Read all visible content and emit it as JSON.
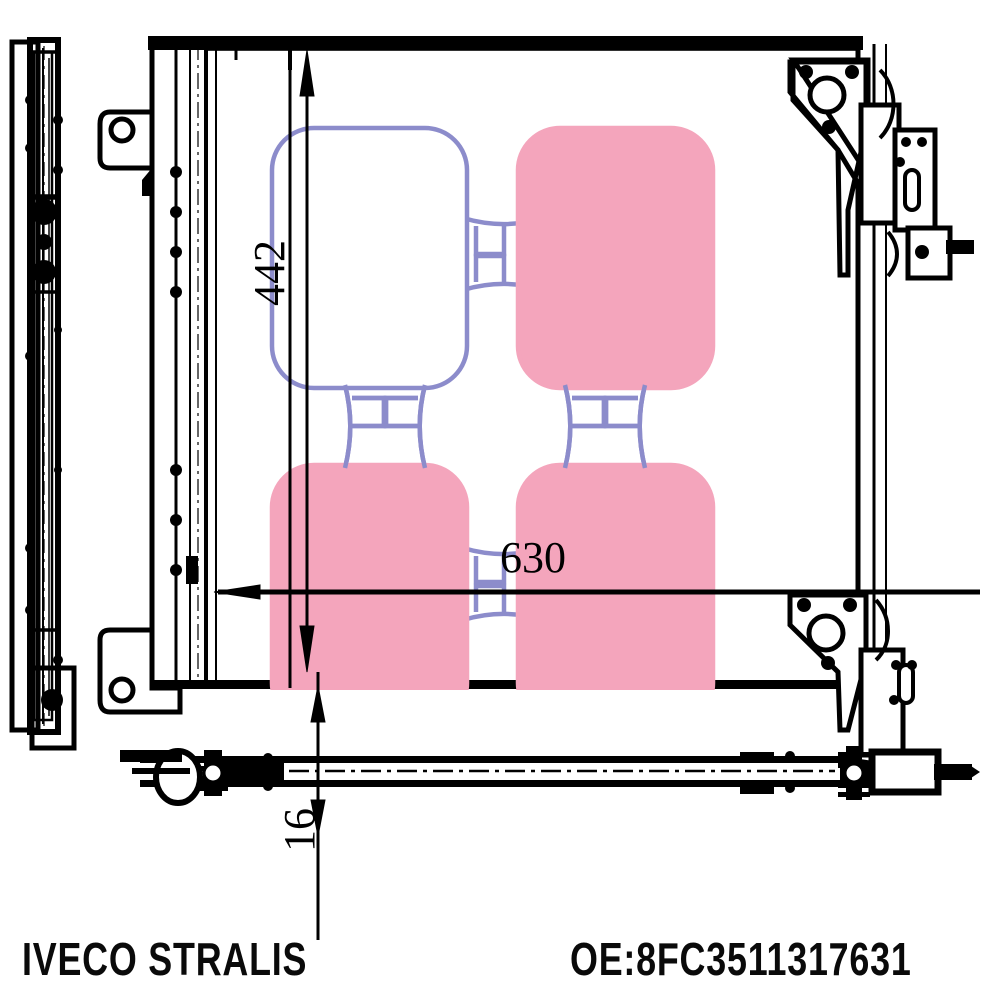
{
  "document": {
    "type": "technical-drawing",
    "subject": "air conditioning condenser",
    "background_color": "#ffffff"
  },
  "caption": {
    "model": "IVECO STRALIS",
    "oe_number": "OE:8FC3511317631"
  },
  "dimensions": {
    "height": {
      "value": "442",
      "orientation": "vertical",
      "unit_implied": "mm"
    },
    "width": {
      "value": "630",
      "orientation": "horizontal",
      "unit_implied": "mm"
    },
    "depth": {
      "value": "16",
      "orientation": "vertical",
      "unit_implied": "mm"
    }
  },
  "colors": {
    "core_fill_pink": "#F4A5BC",
    "core_outline_blue": "#8C8CCB",
    "line_black": "#000000",
    "white": "#ffffff"
  },
  "views": {
    "front": "main condenser core with brackets",
    "side_left": "left edge profile section",
    "bottom": "bottom tube and fitting cross-section"
  },
  "core_blocks": [
    {
      "name": "block-top-left",
      "fill": "white"
    },
    {
      "name": "block-top-right",
      "fill": "pink"
    },
    {
      "name": "block-bottom-left",
      "fill": "pink"
    },
    {
      "name": "block-bottom-right",
      "fill": "pink"
    }
  ]
}
